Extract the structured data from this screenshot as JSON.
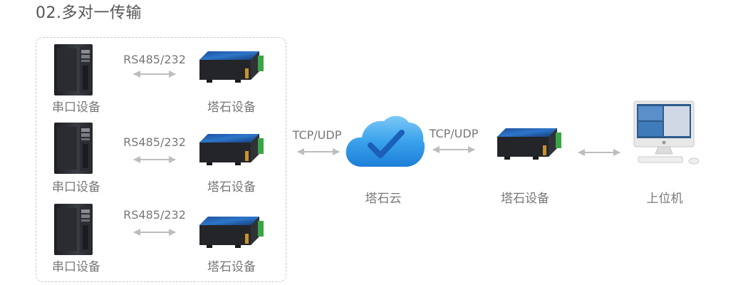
{
  "title": "02.多对一传输",
  "rows": [
    {
      "device_label": "串口设备",
      "protocol": "RS485/232",
      "gateway_label": "塔石设备"
    },
    {
      "device_label": "串口设备",
      "protocol": "RS485/232",
      "gateway_label": "塔石设备"
    },
    {
      "device_label": "串口设备",
      "protocol": "RS485/232",
      "gateway_label": "塔石设备"
    }
  ],
  "left_link": "TCP/UDP",
  "cloud_label": "塔石云",
  "right_link": "TCP/UDP",
  "right_gateway_label": "塔石设备",
  "host_label": "上位机",
  "colors": {
    "cloud": "#2f9de8",
    "arrow": "#bdbdbd",
    "check": "#1b5fb8"
  }
}
